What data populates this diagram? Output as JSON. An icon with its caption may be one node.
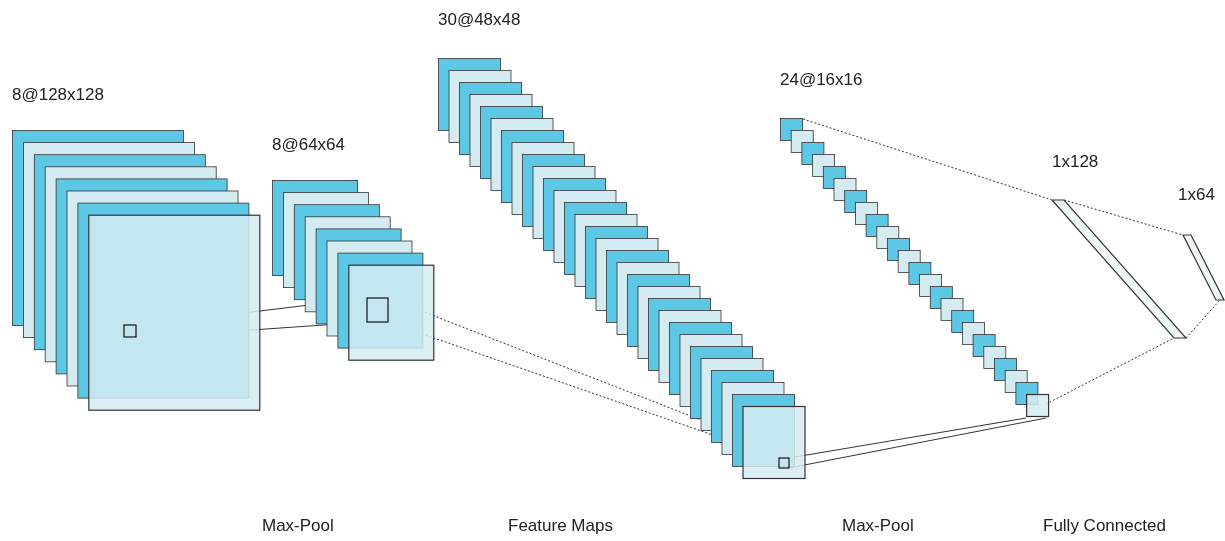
{
  "diagram": {
    "nodes": [
      {
        "text": [
          "8@128x128"
        ]
      },
      {
        "text": [
          "8@64x64"
        ]
      },
      {
        "text": [
          "30@48x48"
        ]
      },
      {
        "text": [
          "24@16x16"
        ]
      },
      {
        "text": [
          "1x128"
        ]
      },
      {
        "text": [
          "1x64"
        ]
      }
    ],
    "edges": [
      {
        "from": 0,
        "to": 1,
        "arrow": "none"
      },
      {
        "from": 1,
        "to": 2,
        "arrow": "none",
        "style": "dashed"
      },
      {
        "from": 2,
        "to": 3,
        "arrow": "none"
      },
      {
        "from": 3,
        "to": 4,
        "arrow": "none",
        "style": "dashed"
      },
      {
        "from": 4,
        "to": 5,
        "arrow": "none",
        "style": "dashed"
      }
    ],
    "labels": [
      "Max-Pool",
      "Feature Maps",
      "Max-Pool",
      "Fully Connected"
    ]
  }
}
